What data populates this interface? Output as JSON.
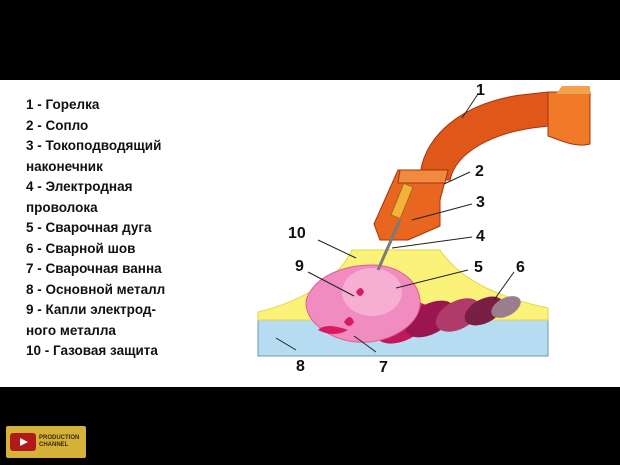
{
  "legend": [
    "1 - Горелка",
    "2 - Сопло",
    "3 - Токоподводящий",
    "наконечник",
    "4 - Электродная",
    "проволока",
    "5 - Сварочная дуга",
    "6 - Сварной шов",
    "7 - Сварочная ванна",
    "8 - Основной металл",
    "9 - Капли  электрод-",
    "ного  металла",
    "10 - Газовая защита"
  ],
  "callouts": {
    "n1": "1",
    "n2": "2",
    "n3": "3",
    "n4": "4",
    "n5": "5",
    "n6": "6",
    "n7": "7",
    "n8": "8",
    "n9": "9",
    "n10": "10"
  },
  "badge": {
    "line1": "PRODUCTION",
    "line2": "CHANNEL"
  },
  "colors": {
    "torch": "#e0571a",
    "nozzle": "#e8661f",
    "gas": "#fbf27a",
    "base_metal": "#b6dcf1",
    "weld_pool": "#f08cc0",
    "weld_seam": "#c2185b"
  }
}
